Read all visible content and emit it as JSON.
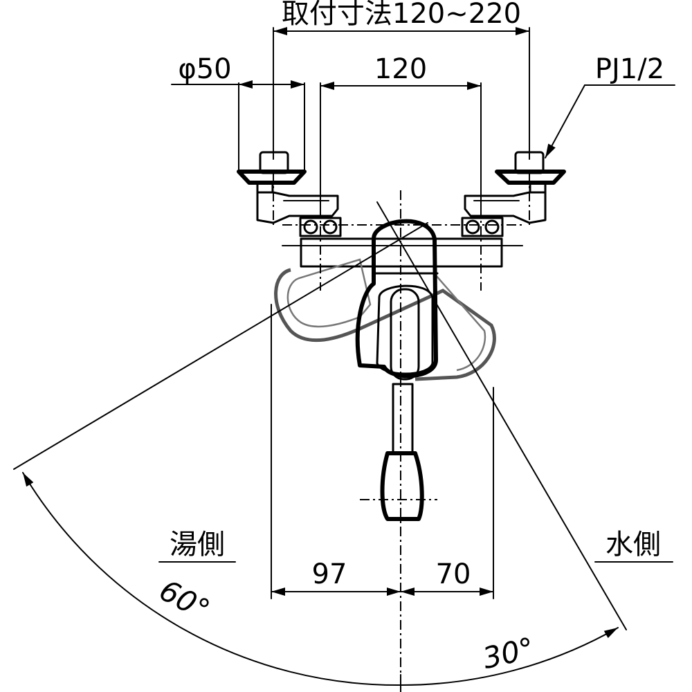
{
  "dimensions": {
    "mount_range": "取付寸法120~220",
    "pipe_diameter": "φ50",
    "inlet_spacing": "120",
    "thread": "PJ1/2",
    "left_offset": "97",
    "right_offset": "70"
  },
  "sides": {
    "hot": "湯側",
    "cold": "水側"
  },
  "angles": {
    "hot_angle": "60°",
    "cold_angle": "30°"
  }
}
